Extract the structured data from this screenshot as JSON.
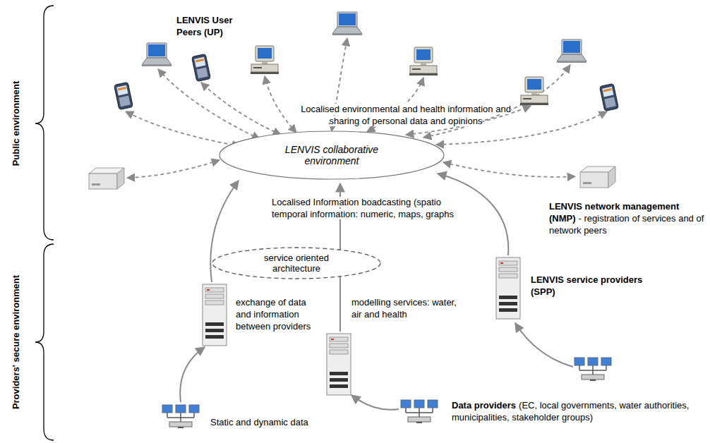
{
  "diagram": {
    "nodes": [
      {
        "text": [
          "LENVIS collaborative environment"
        ]
      },
      {
        "text": [
          "service oriented architecture"
        ]
      }
    ],
    "labels": [
      "Public environment",
      "Providers' secure environment",
      "LENVIS User Peers (UP)",
      "Localised environmental and health information and sharing of personal data and opinions",
      "LENVIS network management (NMP)",
      "- registration of services and of network peers",
      "Localised Information boadcasting (spatio temporal information: numeric, maps, graphs",
      "LENVIS service providers (SPP)",
      "exchange of data and information between providers",
      "modelling services: water, air and health",
      "Data providers",
      "(EC, local governments, water authorities, municipalities, stakeholder groups)",
      "Static and dynamic data"
    ]
  }
}
